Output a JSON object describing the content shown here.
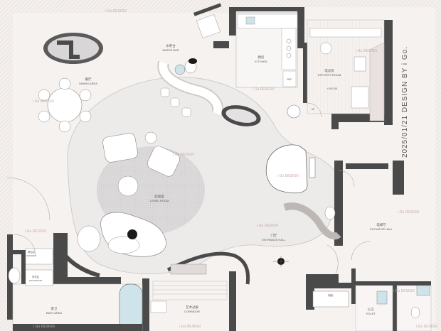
{
  "rooms": {
    "dining": {
      "cn": "餐厅",
      "en": "DINING AREA"
    },
    "water_bar": {
      "cn": "水吧台",
      "en": "WATER BAR"
    },
    "kitchen": {
      "cn": "厨房",
      "en": "KITCHEN"
    },
    "esports": {
      "cn": "电竞房",
      "en": "ESPORTS ROOM"
    },
    "living": {
      "cn": "起居室",
      "en": "LIVING ROOM"
    },
    "entrance": {
      "cn": "门厅",
      "en": "ENTRANCE HALL"
    },
    "elevator": {
      "cn": "电梯厅",
      "en": "ELEVATOR HALL"
    },
    "bath": {
      "cn": "客卫",
      "en": "BATH AREA"
    },
    "corridor": {
      "cn": "艺术过廊",
      "en": "CORRIDOR"
    },
    "toilet": {
      "cn": "公卫",
      "en": "TOILET"
    },
    "shower": {
      "cn": "淋浴区",
      "en": "SHOWER"
    },
    "washroom": {
      "cn": "洗衣区",
      "en": "WASHROOM"
    }
  },
  "annotations": {
    "level_mark": "+100.00",
    "up_arrow": "UP",
    "ref_mark": "REF",
    "shoe_cabinet": "鞋柜"
  },
  "vertical_title": "2025/01/21 DESIGN BY i Go.",
  "watermark": "i Go DESIGN",
  "colors": {
    "wall": "#4a4a4a",
    "floor": "#f4f0ee",
    "hatch": "#dcc9c6",
    "rug": "#dad8d8",
    "furniture": "#ffffff",
    "water": "#cfe3ea"
  }
}
